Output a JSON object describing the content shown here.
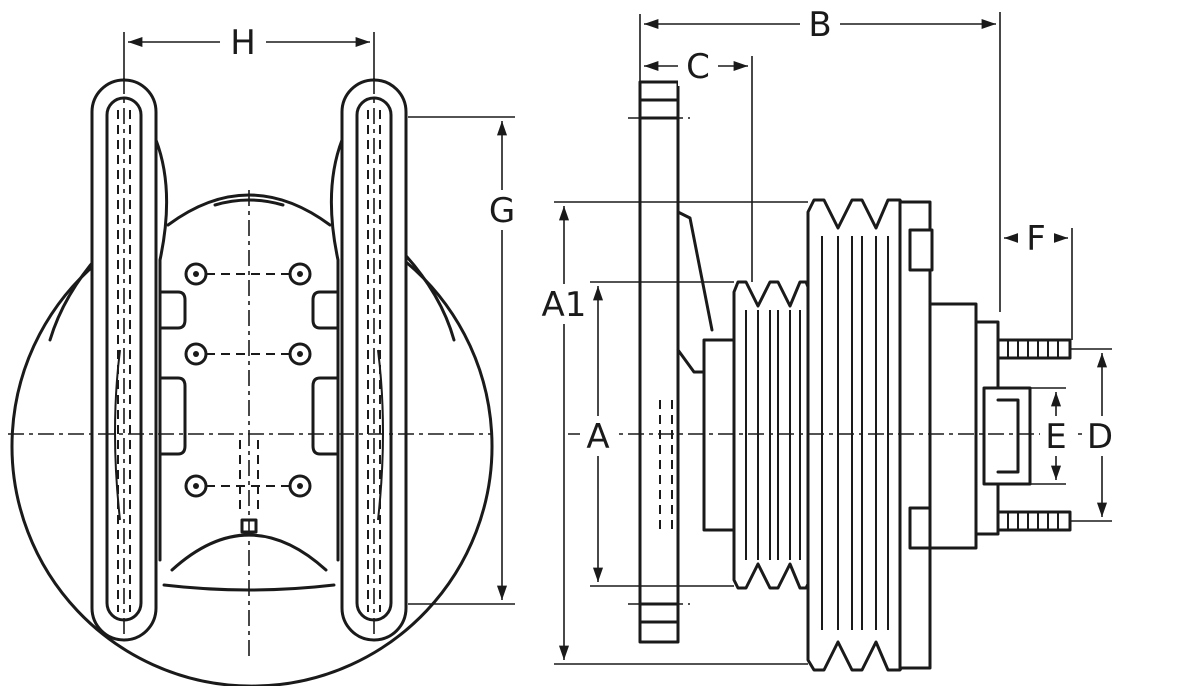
{
  "labels": {
    "H": "H",
    "G": "G",
    "B": "B",
    "C": "C",
    "A1": "A1",
    "A": "A",
    "F": "F",
    "E": "E",
    "D": "D"
  }
}
